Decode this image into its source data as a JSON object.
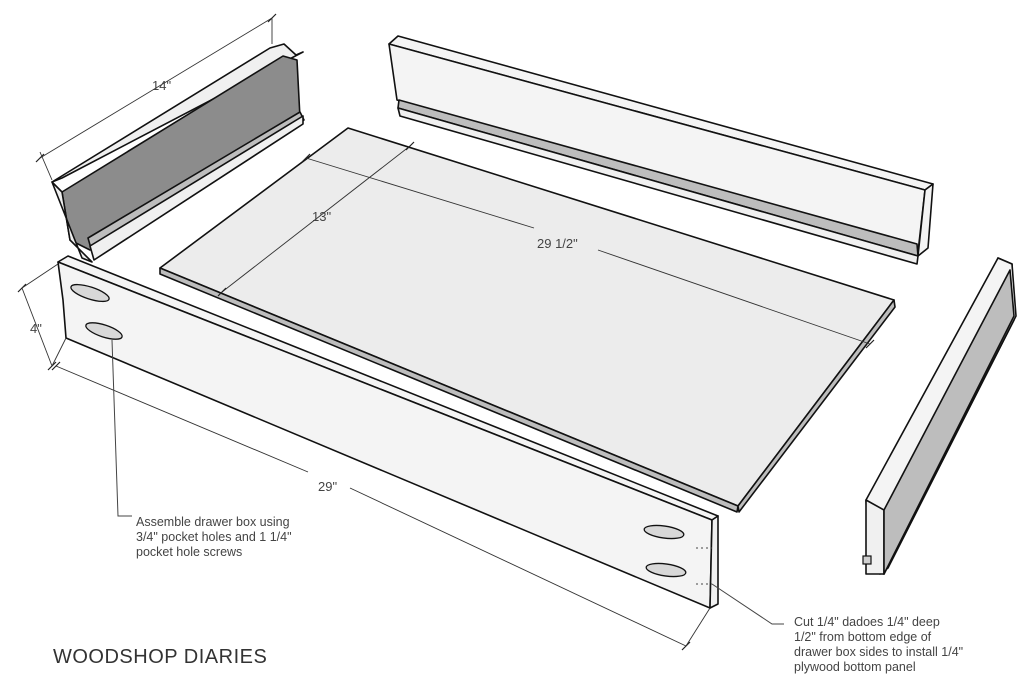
{
  "dimensions": {
    "back_width": "14\"",
    "bottom_depth": "13\"",
    "bottom_length": "29 1/2\"",
    "side_height": "4\"",
    "side_length": "29\""
  },
  "notes": {
    "pocket_holes": [
      "Assemble drawer box using",
      "3/4\" pocket holes and 1 1/4\"",
      "pocket hole screws"
    ],
    "dadoes": [
      "Cut 1/4\" dadoes 1/4\" deep",
      "1/2\" from bottom edge of",
      "drawer box sides to install 1/4\"",
      "plywood bottom panel"
    ]
  },
  "brand": "WOODSHOP DIARIES"
}
